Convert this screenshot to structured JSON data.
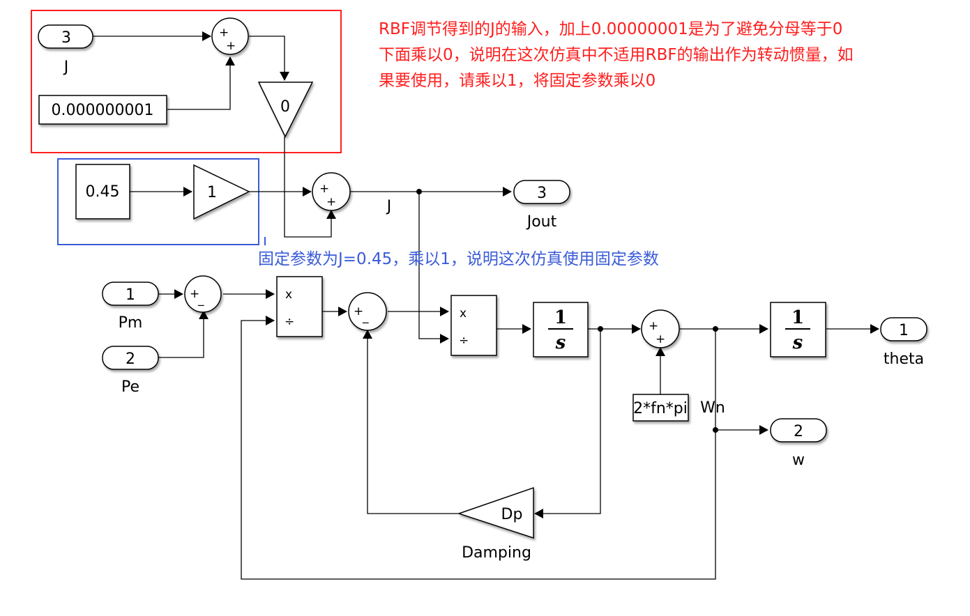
{
  "annotations": {
    "red_lines": [
      "RBF调节得到的J的输入，加上0.00000001是为了避免分母等于0",
      "下面乘以0，说明在这次仿真中不适用RBF的输出作为转动惯量，如",
      "果要使用，请乘以1，将固定参数乘以0"
    ],
    "blue_text": "固定参数为J=0.45，乘以1，说明这次仿真使用固定参数",
    "red_color": "#ff1e1e",
    "blue_color": "#3a5bd8"
  },
  "blocks": {
    "inport_j": {
      "number": "3",
      "label": "J"
    },
    "const_eps": {
      "value": "0.000000001"
    },
    "gain_rbf": {
      "value": "0"
    },
    "const_fixed": {
      "value": "0.45"
    },
    "gain_fixed": {
      "value": "1"
    },
    "outport_jout": {
      "number": "3",
      "label": "Jout"
    },
    "signal_j": {
      "label": "J"
    },
    "inport_pm": {
      "number": "1",
      "label": "Pm"
    },
    "inport_pe": {
      "number": "2",
      "label": "Pe"
    },
    "product1": {
      "mul": "x",
      "div": "÷"
    },
    "product2": {
      "mul": "x",
      "div": "÷"
    },
    "integrator1": {
      "num": "1",
      "den": "s"
    },
    "integrator2": {
      "num": "1",
      "den": "s"
    },
    "const_wn": {
      "value": "2*fn*pi",
      "label": "Wn"
    },
    "outport_theta": {
      "number": "1",
      "label": "theta"
    },
    "outport_w": {
      "number": "2",
      "label": "w"
    },
    "gain_damping": {
      "value": "Dp",
      "label": "Damping"
    },
    "sum_signs": {
      "plus": "+",
      "minus": "_"
    }
  }
}
